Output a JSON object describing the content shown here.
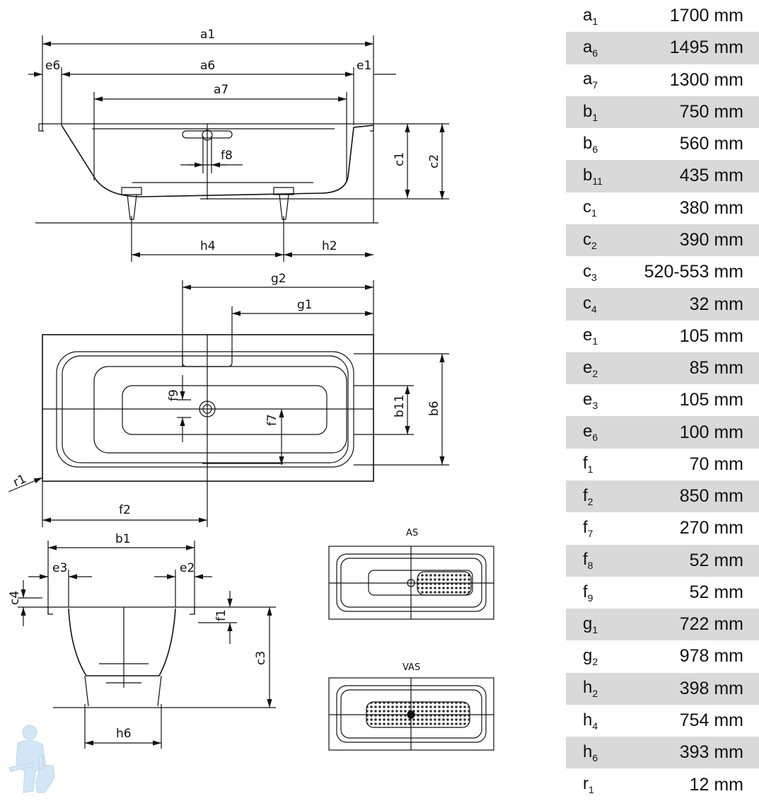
{
  "drawing": {
    "side_view": {
      "a1": "a1",
      "a6": "a6",
      "a7": "a7",
      "e6": "e6",
      "e1": "e1",
      "f8": "f8",
      "c1": "c1",
      "c2": "c2",
      "h4": "h4",
      "h2": "h2"
    },
    "plan_view": {
      "g2": "g2",
      "g1": "g1",
      "f9": "f9",
      "f7": "f7",
      "b11": "b11",
      "b6": "b6",
      "r1": "r1",
      "f2": "f2"
    },
    "cross_section": {
      "b1": "b1",
      "e3": "e3",
      "e2": "e2",
      "c4": "c4",
      "f1": "f1",
      "c3": "c3",
      "h6": "h6"
    },
    "variant_as": {
      "title": "AS"
    },
    "variant_vas": {
      "title": "VAS"
    }
  },
  "colors": {
    "row_shade": "#d9d9d9",
    "line": "#111111",
    "watermark": "#cfe3f3"
  },
  "spec_table": [
    {
      "sym": "a",
      "sub": "1",
      "value": "1700 mm"
    },
    {
      "sym": "a",
      "sub": "6",
      "value": "1495 mm"
    },
    {
      "sym": "a",
      "sub": "7",
      "value": "1300 mm"
    },
    {
      "sym": "b",
      "sub": "1",
      "value": "750 mm"
    },
    {
      "sym": "b",
      "sub": "6",
      "value": "560 mm"
    },
    {
      "sym": "b",
      "sub": "11",
      "value": "435 mm"
    },
    {
      "sym": "c",
      "sub": "1",
      "value": "380 mm"
    },
    {
      "sym": "c",
      "sub": "2",
      "value": "390 mm"
    },
    {
      "sym": "c",
      "sub": "3",
      "value": "520-553 mm"
    },
    {
      "sym": "c",
      "sub": "4",
      "value": "32 mm"
    },
    {
      "sym": "e",
      "sub": "1",
      "value": "105 mm"
    },
    {
      "sym": "e",
      "sub": "2",
      "value": "85 mm"
    },
    {
      "sym": "e",
      "sub": "3",
      "value": "105 mm"
    },
    {
      "sym": "e",
      "sub": "6",
      "value": "100 mm"
    },
    {
      "sym": "f",
      "sub": "1",
      "value": "70 mm"
    },
    {
      "sym": "f",
      "sub": "2",
      "value": "850 mm"
    },
    {
      "sym": "f",
      "sub": "7",
      "value": "270 mm"
    },
    {
      "sym": "f",
      "sub": "8",
      "value": "52 mm"
    },
    {
      "sym": "f",
      "sub": "9",
      "value": "52 mm"
    },
    {
      "sym": "g",
      "sub": "1",
      "value": "722 mm"
    },
    {
      "sym": "g",
      "sub": "2",
      "value": "978 mm"
    },
    {
      "sym": "h",
      "sub": "2",
      "value": "398 mm"
    },
    {
      "sym": "h",
      "sub": "4",
      "value": "754 mm"
    },
    {
      "sym": "h",
      "sub": "6",
      "value": "393 mm"
    },
    {
      "sym": "r",
      "sub": "1",
      "value": "12 mm"
    }
  ]
}
